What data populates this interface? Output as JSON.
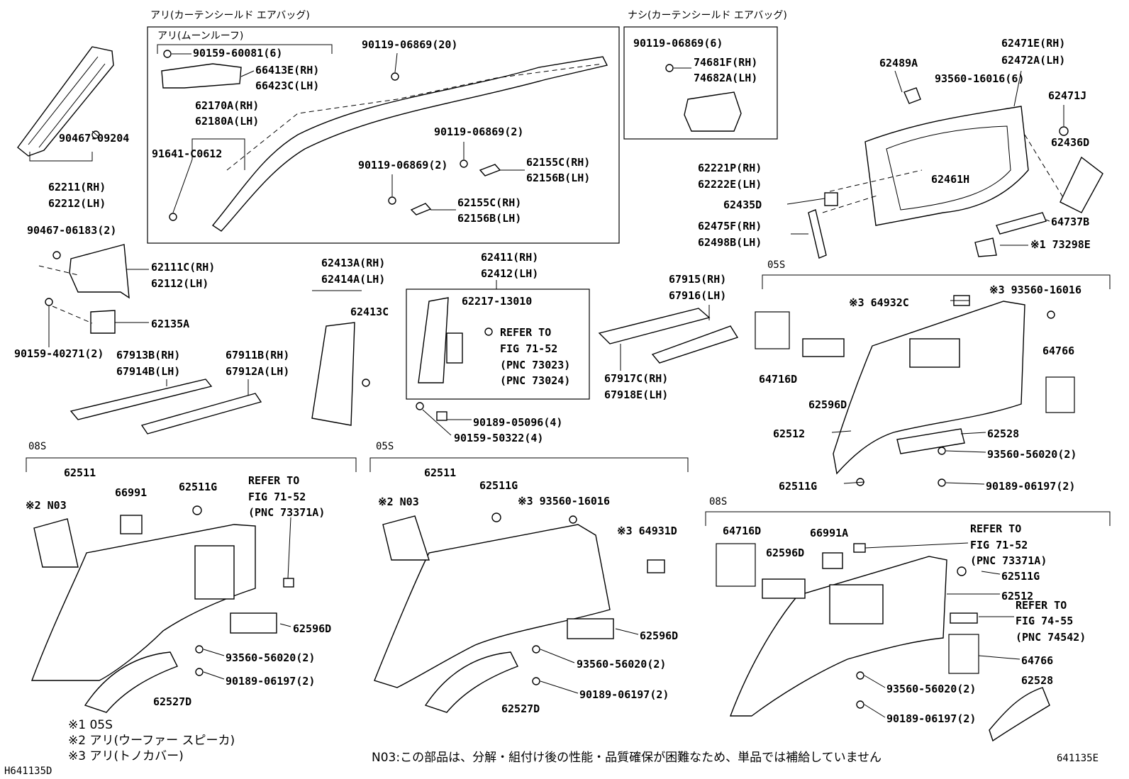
{
  "headers": {
    "with_curtain_airbag": "アリ(カーテンシールド エアバッグ)",
    "with_moonroof": "アリ(ムーンルーフ)",
    "without_curtain_airbag": "ナシ(カーテンシールド エアバッグ)",
    "sec_05s_upper": "05S",
    "sec_08s_left": "08S",
    "sec_05s_mid": "05S",
    "sec_08s_right": "08S"
  },
  "parts": {
    "p90159_60081": "90159-60081(6)",
    "p66413E": "66413E(RH)",
    "p66423C": "66423C(LH)",
    "p62170A": "62170A(RH)",
    "p62180A": "62180A(LH)",
    "p91641": "91641-C0612",
    "p90119_top": "90119-06869(20)",
    "p90119_2a": "90119-06869(2)",
    "p90119_2b": "90119-06869(2)",
    "p62155C_a": "62155C(RH)",
    "p62156B_a": "62156B(LH)",
    "p62155C_b": "62155C(RH)",
    "p62156B_b": "62156B(LH)",
    "p90467_09204": "90467-09204",
    "p62211": "62211(RH)",
    "p62212": "62212(LH)",
    "p90119_6": "90119-06869(6)",
    "p74681F": "74681F(RH)",
    "p74682A": "74682A(LH)",
    "p62489A": "62489A",
    "p93560_16016_6": "93560-16016(6)",
    "p62471E": "62471E(RH)",
    "p62472A": "62472A(LH)",
    "p62471J": "62471J",
    "p62436D": "62436D",
    "p62461H": "62461H",
    "p62221P": "62221P(RH)",
    "p62222E": "62222E(LH)",
    "p62435D": "62435D",
    "p62475F": "62475F(RH)",
    "p62498B": "62498B(LH)",
    "p64737B": "64737B",
    "p73298E": "※1 73298E",
    "p90467_06183": "90467-06183(2)",
    "p62111C": "62111C(RH)",
    "p62112": "62112(LH)",
    "p62135A": "62135A",
    "p90159_40271": "90159-40271(2)",
    "p62413A": "62413A(RH)",
    "p62414A": "62414A(LH)",
    "p62413C": "62413C",
    "p62411": "62411(RH)",
    "p62412": "62412(LH)",
    "p62217": "62217-13010",
    "ref_a1": "REFER TO",
    "ref_a2": "FIG 71-52",
    "ref_a3": "(PNC 73023)",
    "ref_a4": "(PNC 73024)",
    "p90189_05096": "90189-05096(4)",
    "p90159_50322": "90159-50322(4)",
    "p67913B": "67913B(RH)",
    "p67914B": "67914B(LH)",
    "p67911B": "67911B(RH)",
    "p67912A": "67912A(LH)",
    "p67915": "67915(RH)",
    "p67916": "67916(LH)",
    "p67917C": "67917C(RH)",
    "p67918E": "67918E(LH)",
    "p64932C": "※3 64932C",
    "p93560_16016_a": "※3 93560-16016",
    "p64716D_a": "64716D",
    "p62596D_a": "62596D",
    "p64766_a": "64766",
    "p62512_a": "62512",
    "p62528_a": "62528",
    "p93560_56020_a": "93560-56020(2)",
    "p62511G_a": "62511G",
    "p90189_06197_a": "90189-06197(2)",
    "p62511_l": "62511",
    "p66991": "66991",
    "p62511G_l": "62511G",
    "ref_b1": "REFER TO",
    "ref_b2": "FIG 71-52",
    "ref_b3": "(PNC 73371A)",
    "p2N03_l": "※2 N03",
    "p62596D_l": "62596D",
    "p93560_56020_l": "93560-56020(2)",
    "p90189_06197_l": "90189-06197(2)",
    "p62527D_l": "62527D",
    "p62511_m": "62511",
    "p62511G_m": "62511G",
    "p2N03_m": "※2 N03",
    "p93560_16016_m": "※3 93560-16016",
    "p64931D": "※3 64931D",
    "p62596D_m": "62596D",
    "p93560_56020_m": "93560-56020(2)",
    "p90189_06197_m": "90189-06197(2)",
    "p62527D_m": "62527D",
    "p64716D_r": "64716D",
    "p66991A": "66991A",
    "ref_c1": "REFER TO",
    "ref_c2": "FIG 71-52",
    "ref_c3": "(PNC 73371A)",
    "p62596D_r": "62596D",
    "p62511G_r": "62511G",
    "p62512_r": "62512",
    "ref_d1": "REFER TO",
    "ref_d2": "FIG 74-55",
    "ref_d3": "(PNC 74542)",
    "p64766_r": "64766",
    "p93560_56020_r": "93560-56020(2)",
    "p62528_r": "62528",
    "p90189_06197_r": "90189-06197(2)"
  },
  "footnotes": {
    "n1": "※1 05S",
    "n2": "※2 アリ(ウーファー スピーカ)",
    "n3": "※3 アリ(トノカバー)",
    "n03": "N03:この部品は、分解・組付け後の性能・品質確保が困難なため、単品では補給していません",
    "code_left": "H641135D",
    "code_right": "641135E"
  }
}
